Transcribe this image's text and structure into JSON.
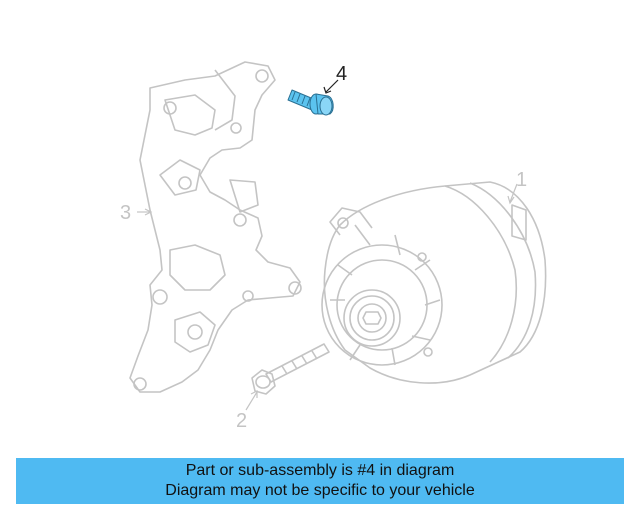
{
  "colors": {
    "banner_bg": "#4fbaf2",
    "highlight": "#5bc3ef",
    "outline": "#c4c4c4",
    "callout_active": "#222222"
  },
  "diagram": {
    "callouts": [
      {
        "number": "1",
        "part": "alternator",
        "highlighted": false
      },
      {
        "number": "2",
        "part": "long-bolt",
        "highlighted": false
      },
      {
        "number": "3",
        "part": "mounting-bracket",
        "highlighted": false
      },
      {
        "number": "4",
        "part": "flange-bolt",
        "highlighted": true
      }
    ]
  },
  "banner": {
    "line1": "Part or sub-assembly is #4 in diagram",
    "line2": "Diagram may not be specific to your vehicle"
  }
}
